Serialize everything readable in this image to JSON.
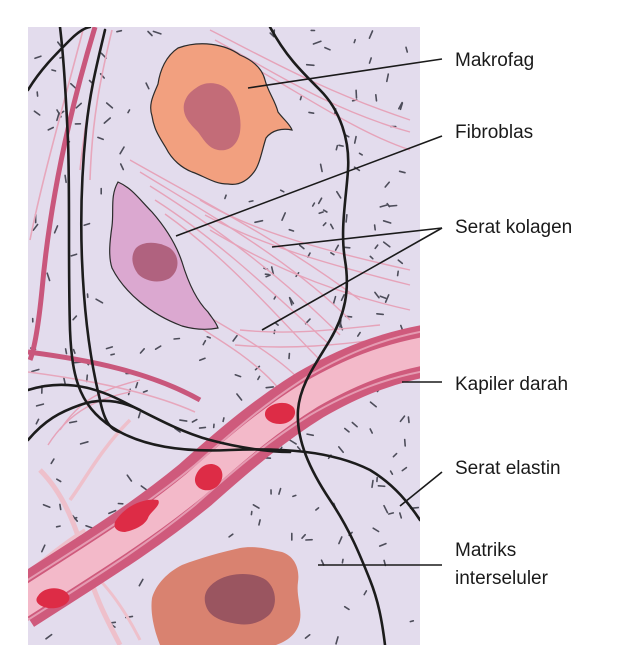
{
  "labels": {
    "makrofag": "Makrofag",
    "fibroblas": "Fibroblas",
    "serat_kolagen": "Serat kolagen",
    "kapiler_darah": "Kapiler darah",
    "serat_elastin": "Serat elastin",
    "matriks_line1": "Matriks",
    "matriks_line2": "interseluler"
  },
  "colors": {
    "matrix_background": "#e3dced",
    "macrophage_body": "#f2a07f",
    "macrophage_nucleus": "#c36c78",
    "fibroblast_body": "#dba8d0",
    "fibroblast_nucleus": "#b0627f",
    "capillary_wall": "#cf5a7c",
    "capillary_lumen": "#f3b9c9",
    "red_blood_cell": "#dd2c46",
    "collagen_fiber": "#e6a3b9",
    "elastin_fiber": "#1c1c1c",
    "lower_cell_body": "#d98270",
    "lower_cell_nucleus": "#9a5560"
  }
}
